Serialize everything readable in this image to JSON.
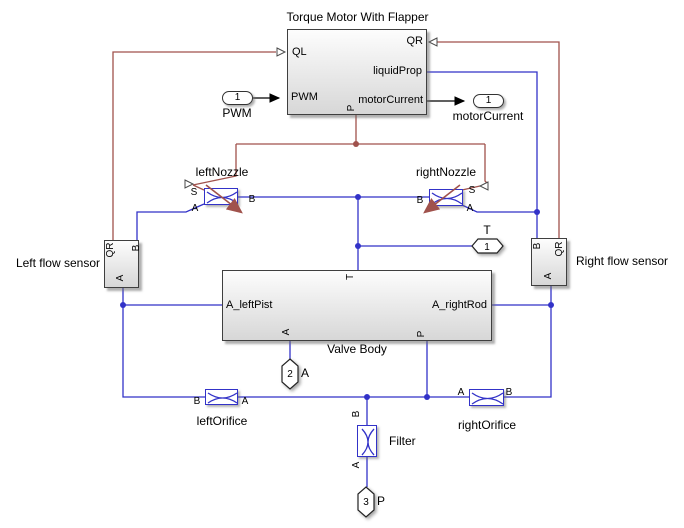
{
  "colors": {
    "signal_line": "#a0524c",
    "liquid_line": "#3232c8",
    "block_border": "#3f3f3f",
    "background": "#ffffff"
  },
  "motor": {
    "title": "Torque Motor With Flapper",
    "ports": {
      "ql": "QL",
      "pwm": "PWM",
      "qr": "QR",
      "liquid_prop": "liquidProp",
      "motor_current": "motorCurrent",
      "p": "P"
    }
  },
  "io": {
    "pwm_in": {
      "num": "1",
      "label": "PWM"
    },
    "motor_current_out": {
      "num": "1",
      "label": "motorCurrent"
    },
    "t": {
      "num": "1",
      "label": "T"
    },
    "a": {
      "num": "2",
      "label": "A"
    },
    "p": {
      "num": "3",
      "label": "P"
    }
  },
  "nozzles": {
    "left": {
      "label": "leftNozzle",
      "s": "S",
      "a": "A",
      "b": "B"
    },
    "right": {
      "label": "rightNozzle",
      "s": "S",
      "a": "A",
      "b": "B"
    }
  },
  "sensors": {
    "left": {
      "label": "Left flow sensor",
      "qr": "QR",
      "b": "B",
      "a": "A"
    },
    "right": {
      "label": "Right flow sensor",
      "qr": "QR",
      "b": "B",
      "a": "A"
    }
  },
  "valve": {
    "label": "Valve Body",
    "t": "T",
    "a_left_pist": "A_leftPist",
    "a_right_rod": "A_rightRod",
    "a": "A",
    "p": "P"
  },
  "orifices": {
    "left": {
      "label": "leftOrifice",
      "b": "B",
      "a": "A"
    },
    "right": {
      "label": "rightOrifice",
      "a": "A",
      "b": "B"
    },
    "filter": {
      "label": "Filter",
      "b": "B",
      "a": "A"
    }
  }
}
